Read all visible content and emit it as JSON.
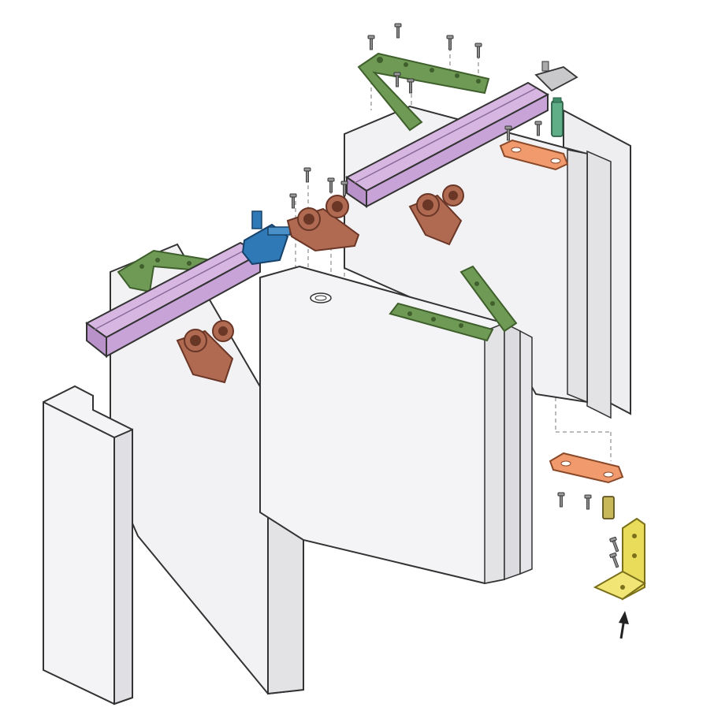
{
  "colors": {
    "background": "#ffffff",
    "panel_face": "#f2f2f4",
    "panel_side": "#e3e3e6",
    "panel_edge": "#3a3a3a",
    "rail_top": "#d7b7e2",
    "rail_side": "#b892c9",
    "hinge_green": "#6f9a55",
    "hinge_green_dark": "#3f5f2c",
    "trolley_brown": "#b06a52",
    "trolley_brown_dark": "#6a3626",
    "connector_blue": "#2f79b6",
    "pivot_plate_orange": "#f09a6e",
    "bracket_yellow": "#e9dc5a",
    "pin_green": "#5fae88",
    "screw_grey": "#8a8a8a",
    "guide_line": "#777777"
  },
  "components": [
    {
      "id": "panel-front-left",
      "kind": "door-panel"
    },
    {
      "id": "panel-left-angled",
      "kind": "door-panel"
    },
    {
      "id": "panel-center",
      "kind": "door-panel"
    },
    {
      "id": "panel-back-center",
      "kind": "door-panel"
    },
    {
      "id": "panel-right",
      "kind": "door-panel"
    },
    {
      "id": "track-rail-left",
      "kind": "track-rail"
    },
    {
      "id": "track-rail-right",
      "kind": "track-rail"
    },
    {
      "id": "hinge-strap-green",
      "kind": "hinge"
    },
    {
      "id": "roller-trolley",
      "kind": "trolley"
    },
    {
      "id": "track-connector",
      "kind": "connector"
    },
    {
      "id": "top-pivot-plate",
      "kind": "pivot-plate"
    },
    {
      "id": "bottom-pivot-plate",
      "kind": "pivot-plate"
    },
    {
      "id": "floor-bracket",
      "kind": "bracket"
    },
    {
      "id": "pivot-pin",
      "kind": "pin"
    },
    {
      "id": "mounting-screw",
      "kind": "screw"
    },
    {
      "id": "direction-arrow",
      "kind": "arrow"
    }
  ]
}
